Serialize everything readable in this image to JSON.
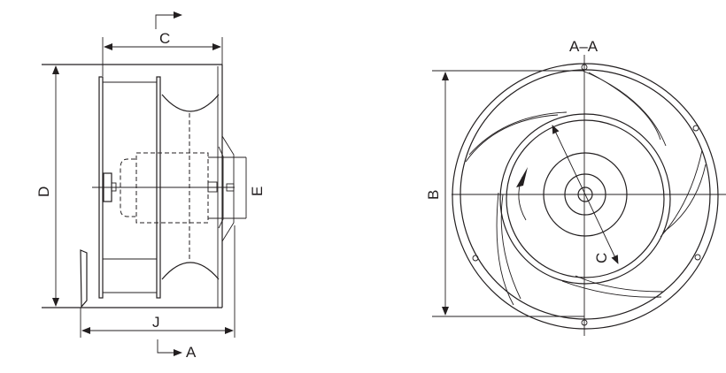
{
  "side_view": {
    "section_label": "A",
    "dim_c": "C",
    "dim_d": "D",
    "dim_e": "E",
    "dim_j": "J"
  },
  "front_view": {
    "section_title": "A–A",
    "dim_b": "B",
    "dim_c": "C"
  },
  "colors": {
    "line": "#231f20",
    "background": "#ffffff"
  }
}
